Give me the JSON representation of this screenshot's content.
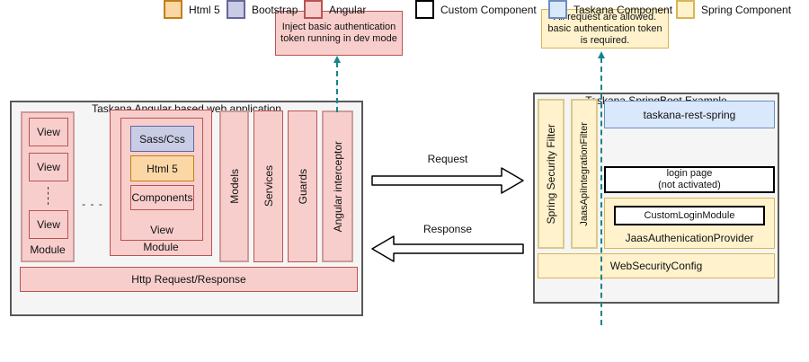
{
  "notes": {
    "angular_note": "Inject basic authentication token running in dev mode",
    "spring_note": "All request are allowed. basic authentication token is required."
  },
  "angular_app": {
    "title": "Taskana Angular based web application",
    "module1": {
      "label": "Module",
      "views": [
        "View",
        "View",
        "View"
      ]
    },
    "gap_dots": "- - -",
    "module2": {
      "label": "Module",
      "view": {
        "label": "View",
        "sass": "Sass/Css",
        "html": "Html 5",
        "components": "Components"
      }
    },
    "columns": [
      "Models",
      "Services",
      "Guards",
      "Angular interceptor"
    ],
    "http_bar": "Http Request/Response"
  },
  "arrows": {
    "request": "Request",
    "response": "Response"
  },
  "spring_app": {
    "title": "Taskana SpringBoot Example",
    "filters": [
      "Spring Security Filter",
      "JaasApiIntegrationFilter"
    ],
    "taskana_rest": "taskana-rest-spring",
    "login_page": {
      "line1": "login page",
      "line2": "(not activated)"
    },
    "jaas_provider": {
      "label": "JaasAuthenicationProvider",
      "child": "CustomLoginModule"
    },
    "web_security": "WebSecurityConfig"
  },
  "legend": [
    {
      "label": "Html 5",
      "swatch_style": "background:#FAD7A5;border:2px solid #C17F16"
    },
    {
      "label": "Bootstrap",
      "swatch_style": "background:#C9CCE5;border:2px solid #66669C"
    },
    {
      "label": "Angular",
      "swatch_style": "background:#F8CECC;border:2px solid #B85450"
    },
    {
      "label": "Custom Component",
      "swatch_style": "background:#FFFFFF;border:2px solid #000000"
    },
    {
      "label": "Taskana Component",
      "swatch_style": "background:#DAE8FC;border:2px solid #6C8EBF"
    },
    {
      "label": "Spring Component",
      "swatch_style": "background:#FFF2CC;border:2px solid #D6B656"
    }
  ],
  "colors": {
    "angular_fill": "#F8CECC",
    "angular_stroke": "#B85450",
    "spring_fill": "#FFF2CC",
    "spring_stroke": "#D6B656",
    "taskana_fill": "#DAE8FC",
    "taskana_stroke": "#6C8EBF",
    "html_fill": "#FAD7A5",
    "html_stroke": "#C17F16",
    "bootstrap_fill": "#C9CCE5",
    "bootstrap_stroke": "#66669C",
    "container_fill": "#F5F5F5",
    "container_stroke": "#595959",
    "dashed_line": "#17858B"
  }
}
